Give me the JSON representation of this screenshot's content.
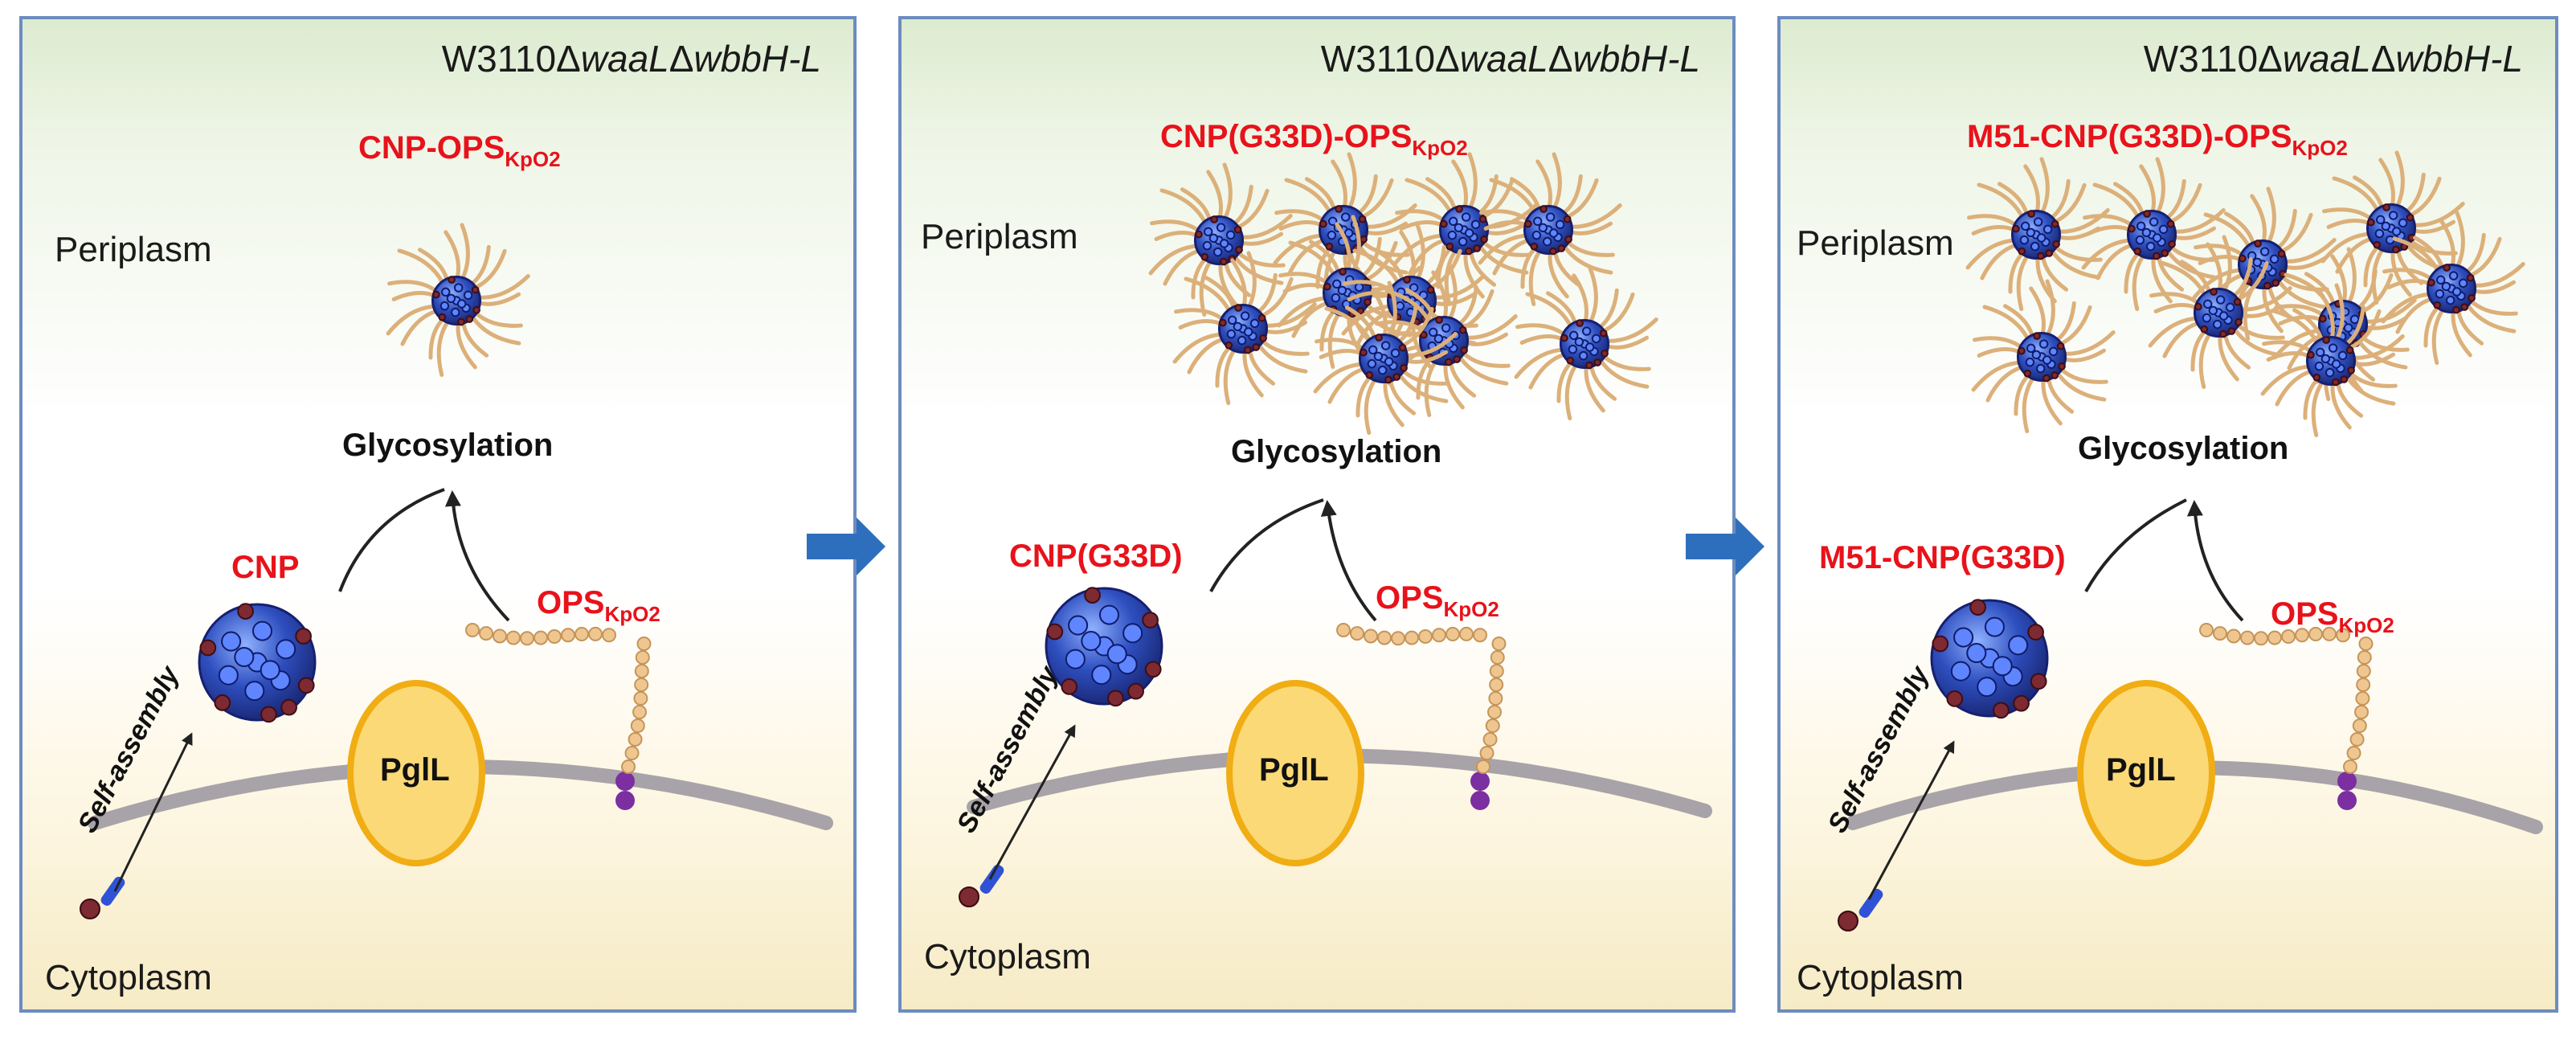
{
  "panels": [
    {
      "strain": {
        "prefix": "W3110Δ",
        "gene1": "waaL",
        "sep": "Δ",
        "gene2": "wbbH-L"
      },
      "product": {
        "main": "CNP-OPS",
        "sub": "KpO2"
      },
      "periplasm": "Periplasm",
      "glycosylation": "Glycosylation",
      "carrier": "CNP",
      "ops": {
        "main": "OPS",
        "sub": "KpO2"
      },
      "self_assembly": "Self-assembly",
      "enzyme": "PglL",
      "cytoplasm": "Cytoplasm",
      "particle_count": 1
    },
    {
      "strain": {
        "prefix": "W3110Δ",
        "gene1": "waaL",
        "sep": "Δ",
        "gene2": "wbbH-L"
      },
      "product": {
        "main": "CNP(G33D)-OPS",
        "sub": "KpO2"
      },
      "periplasm": "Periplasm",
      "glycosylation": "Glycosylation",
      "carrier": "CNP(G33D)",
      "ops": {
        "main": "OPS",
        "sub": "KpO2"
      },
      "self_assembly": "Self-assembly",
      "enzyme": "PglL",
      "cytoplasm": "Cytoplasm",
      "particle_count": 10
    },
    {
      "strain": {
        "prefix": "W3110Δ",
        "gene1": "waaL",
        "sep": "Δ",
        "gene2": "wbbH-L"
      },
      "product": {
        "main": "M51-CNP(G33D)-OPS",
        "sub": "KpO2"
      },
      "periplasm": "Periplasm",
      "glycosylation": "Glycosylation",
      "carrier": "M51-CNP(G33D)",
      "ops": {
        "main": "OPS",
        "sub": "KpO2"
      },
      "self_assembly": "Self-assembly",
      "enzyme": "PglL",
      "cytoplasm": "Cytoplasm",
      "particle_count": 9
    }
  ],
  "colors": {
    "label_red": "#e8121b",
    "panel_border": "#6c8cc0",
    "flow_arrow": "#2e6fbd",
    "enzyme_fill": "#fbd977",
    "enzyme_stroke": "#f1ad14",
    "membrane": "#a8a3a8",
    "glycan_bead": "#f0c690",
    "anchor": "#7b2fa0",
    "particle_blue": "#2e4fbf",
    "particle_red": "#7d2a33"
  },
  "icons": [
    "flow-arrow-icon",
    "nanoparticle-icon",
    "glycan-chain-icon",
    "subunit-icon",
    "membrane-icon",
    "enzyme-icon"
  ]
}
